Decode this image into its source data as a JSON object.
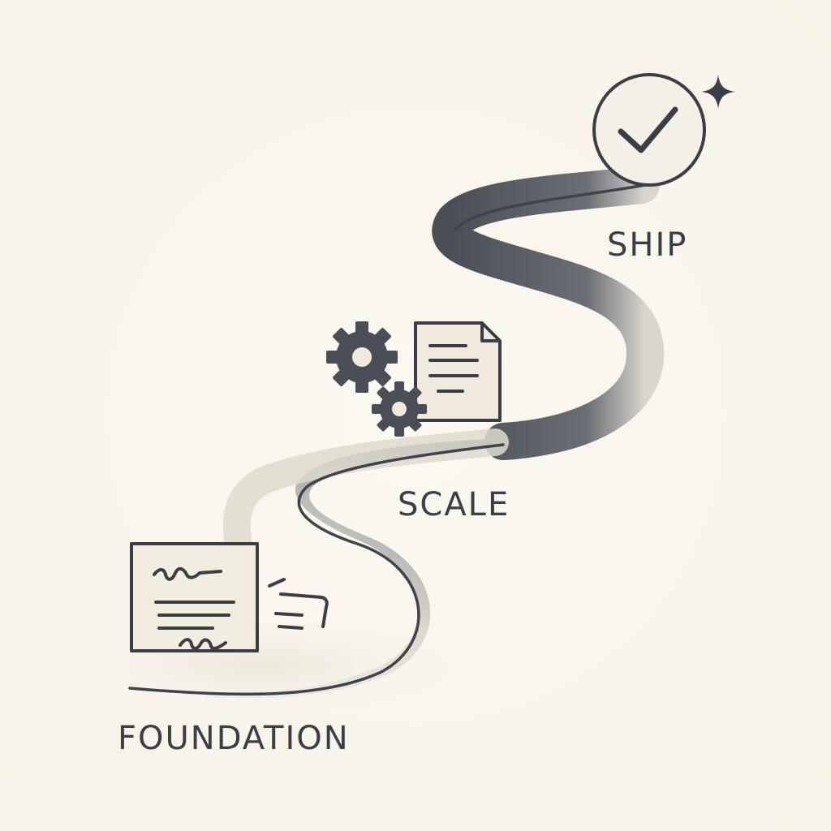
{
  "stages": [
    {
      "id": "foundation",
      "label": "FOUNDATION",
      "icon": "notes-document-icon"
    },
    {
      "id": "scale",
      "label": "SCALE",
      "icon": "gears-document-icon"
    },
    {
      "id": "ship",
      "label": "SHIP",
      "icon": "checkmark-circle-icon"
    }
  ],
  "colors": {
    "background": "#faf7ee",
    "path_dark": "#4a4f57",
    "path_light": "#e6e2d6",
    "ink": "#3a3f47",
    "paper": "#f4f0e5"
  }
}
